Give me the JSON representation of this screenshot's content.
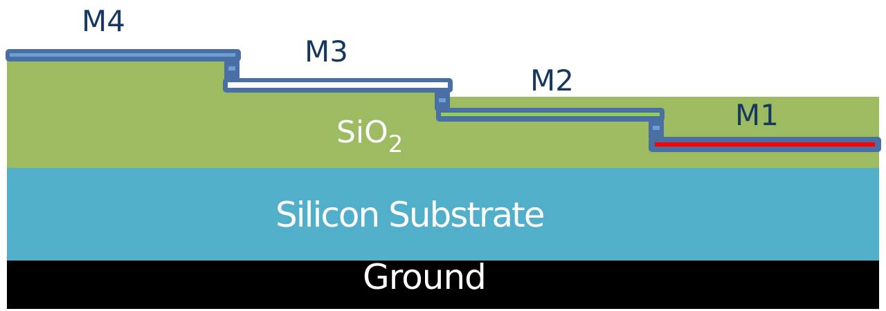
{
  "diagram": {
    "layers": {
      "oxide": {
        "label": "SiO",
        "subscript": "2",
        "color": "#9dbb61"
      },
      "substrate": {
        "label": "Silicon Substrate",
        "color": "#52afca"
      },
      "ground": {
        "label": "Ground",
        "color": "#000000"
      }
    },
    "metals": [
      {
        "id": "M4",
        "label": "M4",
        "core_color": "#6f9fd8"
      },
      {
        "id": "M3",
        "label": "M3",
        "core_color": "#ffffff"
      },
      {
        "id": "M2",
        "label": "M2",
        "core_color": "#92d050"
      },
      {
        "id": "M1",
        "label": "M1",
        "core_color": "#ff0000"
      }
    ],
    "colors": {
      "wire_outline": "#4a6fa5",
      "metal_label": "#17375e",
      "layer_text": "#ffffff"
    }
  }
}
